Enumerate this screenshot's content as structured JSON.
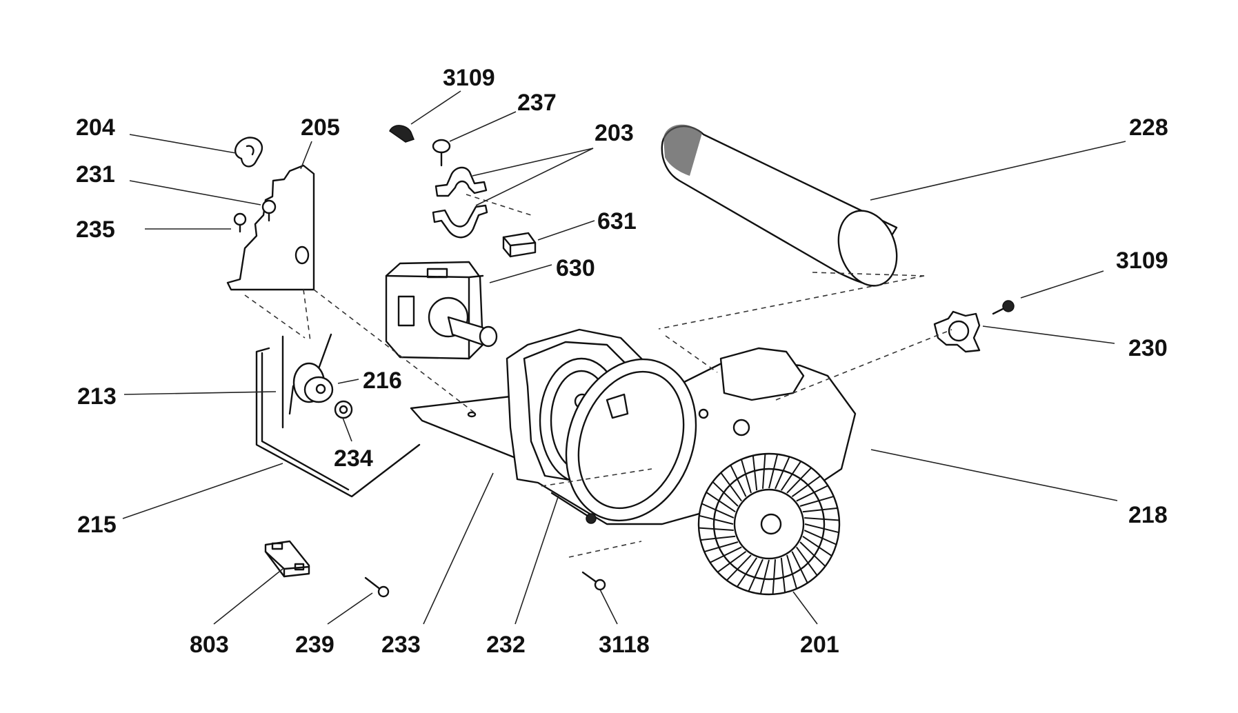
{
  "callouts": [
    {
      "id": "204",
      "text": "204"
    },
    {
      "id": "205",
      "text": "205"
    },
    {
      "id": "231",
      "text": "231"
    },
    {
      "id": "235",
      "text": "235"
    },
    {
      "id": "3109a",
      "text": "3109"
    },
    {
      "id": "237",
      "text": "237"
    },
    {
      "id": "203",
      "text": "203"
    },
    {
      "id": "631",
      "text": "631"
    },
    {
      "id": "630",
      "text": "630"
    },
    {
      "id": "228",
      "text": "228"
    },
    {
      "id": "3109b",
      "text": "3109"
    },
    {
      "id": "230",
      "text": "230"
    },
    {
      "id": "213",
      "text": "213"
    },
    {
      "id": "216",
      "text": "216"
    },
    {
      "id": "234",
      "text": "234"
    },
    {
      "id": "215",
      "text": "215"
    },
    {
      "id": "218",
      "text": "218"
    },
    {
      "id": "803",
      "text": "803"
    },
    {
      "id": "239",
      "text": "239"
    },
    {
      "id": "233",
      "text": "233"
    },
    {
      "id": "232",
      "text": "232"
    },
    {
      "id": "3118",
      "text": "3118"
    },
    {
      "id": "201",
      "text": "201"
    }
  ]
}
